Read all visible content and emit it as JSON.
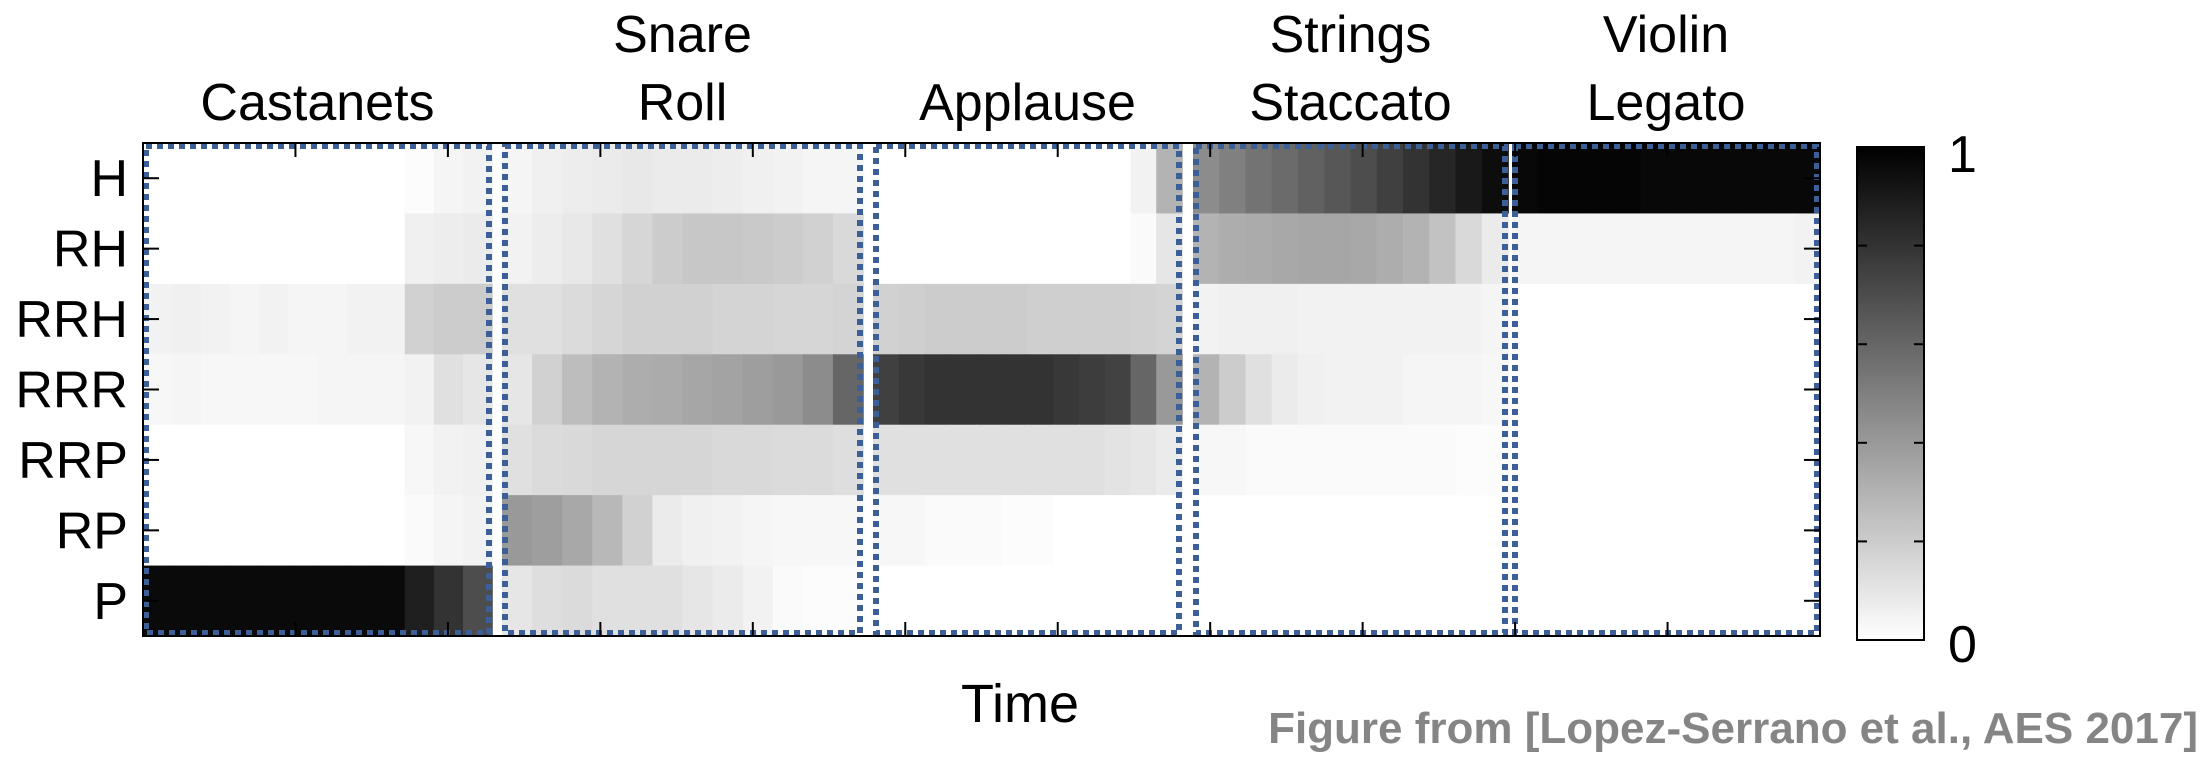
{
  "chart_data": {
    "type": "heatmap",
    "xlabel": "Time",
    "ylabel": "",
    "rows": [
      "H",
      "RH",
      "RRH",
      "RRR",
      "RRP",
      "RP",
      "P"
    ],
    "segments": [
      {
        "label_lines": [
          "Castanets"
        ]
      },
      {
        "label_lines": [
          "Snare",
          "Roll"
        ]
      },
      {
        "label_lines": [
          "Applause"
        ]
      },
      {
        "label_lines": [
          "Strings",
          "Staccato"
        ]
      },
      {
        "label_lines": [
          "Violin",
          "Legato"
        ]
      }
    ],
    "columns_per_segment": 12,
    "values": {
      "H": [
        [
          0.0,
          0.0,
          0.0,
          0.0,
          0.0,
          0.0,
          0.0,
          0.0,
          0.0,
          0.01,
          0.04,
          0.05
        ],
        [
          0.04,
          0.06,
          0.07,
          0.08,
          0.09,
          0.08,
          0.08,
          0.07,
          0.06,
          0.05,
          0.04,
          0.04
        ],
        [
          0.0,
          0.0,
          0.0,
          0.0,
          0.0,
          0.0,
          0.0,
          0.0,
          0.0,
          0.0,
          0.05,
          0.3
        ],
        [
          0.45,
          0.5,
          0.55,
          0.58,
          0.62,
          0.66,
          0.7,
          0.75,
          0.8,
          0.85,
          0.9,
          0.95
        ],
        [
          0.97,
          0.98,
          0.98,
          0.98,
          0.98,
          0.97,
          0.97,
          0.97,
          0.97,
          0.97,
          0.97,
          0.97
        ]
      ],
      "RH": [
        [
          0.0,
          0.0,
          0.0,
          0.0,
          0.0,
          0.0,
          0.0,
          0.0,
          0.0,
          0.06,
          0.07,
          0.08
        ],
        [
          0.05,
          0.07,
          0.09,
          0.12,
          0.16,
          0.2,
          0.22,
          0.22,
          0.21,
          0.2,
          0.18,
          0.15
        ],
        [
          0.0,
          0.0,
          0.0,
          0.0,
          0.0,
          0.0,
          0.0,
          0.0,
          0.0,
          0.0,
          0.02,
          0.1
        ],
        [
          0.3,
          0.32,
          0.33,
          0.34,
          0.35,
          0.35,
          0.34,
          0.32,
          0.3,
          0.24,
          0.15,
          0.08
        ],
        [
          0.04,
          0.04,
          0.04,
          0.04,
          0.04,
          0.04,
          0.04,
          0.04,
          0.04,
          0.04,
          0.04,
          0.05
        ]
      ],
      "RRH": [
        [
          0.05,
          0.06,
          0.05,
          0.04,
          0.05,
          0.04,
          0.04,
          0.05,
          0.05,
          0.18,
          0.2,
          0.2
        ],
        [
          0.12,
          0.12,
          0.14,
          0.16,
          0.18,
          0.18,
          0.18,
          0.17,
          0.17,
          0.16,
          0.16,
          0.17
        ],
        [
          0.18,
          0.19,
          0.2,
          0.2,
          0.2,
          0.2,
          0.19,
          0.19,
          0.19,
          0.19,
          0.18,
          0.17
        ],
        [
          0.05,
          0.06,
          0.06,
          0.06,
          0.05,
          0.05,
          0.05,
          0.05,
          0.05,
          0.05,
          0.05,
          0.04
        ],
        [
          0.0,
          0.0,
          0.0,
          0.0,
          0.0,
          0.0,
          0.0,
          0.0,
          0.0,
          0.0,
          0.0,
          0.0
        ]
      ],
      "RRR": [
        [
          0.03,
          0.04,
          0.03,
          0.03,
          0.03,
          0.03,
          0.04,
          0.04,
          0.04,
          0.05,
          0.12,
          0.1
        ],
        [
          0.1,
          0.18,
          0.26,
          0.3,
          0.32,
          0.33,
          0.35,
          0.36,
          0.38,
          0.4,
          0.45,
          0.6
        ],
        [
          0.75,
          0.78,
          0.8,
          0.8,
          0.8,
          0.8,
          0.8,
          0.78,
          0.76,
          0.74,
          0.6,
          0.4
        ],
        [
          0.3,
          0.2,
          0.12,
          0.08,
          0.06,
          0.05,
          0.05,
          0.05,
          0.04,
          0.04,
          0.04,
          0.03
        ],
        [
          0.0,
          0.0,
          0.0,
          0.0,
          0.0,
          0.0,
          0.0,
          0.0,
          0.0,
          0.0,
          0.0,
          0.0
        ]
      ],
      "RRP": [
        [
          0.0,
          0.0,
          0.0,
          0.0,
          0.0,
          0.0,
          0.0,
          0.0,
          0.0,
          0.03,
          0.05,
          0.06
        ],
        [
          0.12,
          0.14,
          0.15,
          0.16,
          0.16,
          0.16,
          0.16,
          0.15,
          0.15,
          0.14,
          0.14,
          0.13
        ],
        [
          0.12,
          0.12,
          0.12,
          0.12,
          0.12,
          0.12,
          0.12,
          0.12,
          0.12,
          0.11,
          0.1,
          0.08
        ],
        [
          0.03,
          0.03,
          0.02,
          0.02,
          0.02,
          0.02,
          0.02,
          0.02,
          0.02,
          0.02,
          0.01,
          0.01
        ],
        [
          0.0,
          0.0,
          0.0,
          0.0,
          0.0,
          0.0,
          0.0,
          0.0,
          0.0,
          0.0,
          0.0,
          0.0
        ]
      ],
      "RP": [
        [
          0.0,
          0.0,
          0.0,
          0.0,
          0.0,
          0.0,
          0.0,
          0.0,
          0.0,
          0.02,
          0.04,
          0.05
        ],
        [
          0.4,
          0.38,
          0.34,
          0.28,
          0.18,
          0.08,
          0.06,
          0.05,
          0.04,
          0.03,
          0.03,
          0.03
        ],
        [
          0.03,
          0.03,
          0.02,
          0.02,
          0.02,
          0.01,
          0.01,
          0.0,
          0.0,
          0.0,
          0.0,
          0.0
        ],
        [
          0.0,
          0.0,
          0.0,
          0.0,
          0.0,
          0.0,
          0.0,
          0.0,
          0.0,
          0.0,
          0.0,
          0.0
        ],
        [
          0.0,
          0.0,
          0.0,
          0.0,
          0.0,
          0.0,
          0.0,
          0.0,
          0.0,
          0.0,
          0.0,
          0.0
        ]
      ],
      "P": [
        [
          0.96,
          0.96,
          0.96,
          0.96,
          0.96,
          0.96,
          0.96,
          0.96,
          0.96,
          0.88,
          0.8,
          0.7
        ],
        [
          0.1,
          0.13,
          0.14,
          0.12,
          0.12,
          0.12,
          0.1,
          0.08,
          0.05,
          0.02,
          0.01,
          0.01
        ],
        [
          0.0,
          0.0,
          0.0,
          0.0,
          0.0,
          0.0,
          0.0,
          0.0,
          0.0,
          0.0,
          0.0,
          0.0
        ],
        [
          0.0,
          0.0,
          0.0,
          0.0,
          0.0,
          0.0,
          0.0,
          0.0,
          0.0,
          0.0,
          0.0,
          0.0
        ],
        [
          0.0,
          0.0,
          0.0,
          0.0,
          0.0,
          0.0,
          0.0,
          0.0,
          0.0,
          0.0,
          0.0,
          0.0
        ]
      ]
    },
    "colorbar": {
      "min": 0,
      "max": 1,
      "min_label": "0",
      "max_label": "1",
      "colormap": "gray-reversed"
    },
    "segment_box_color": "#3b5f96",
    "grid": false
  },
  "caption": "Figure from [Lopez-Serrano et al., AES 2017]"
}
